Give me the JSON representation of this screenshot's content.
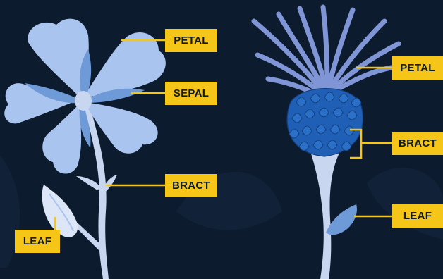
{
  "left_flower": {
    "labels": {
      "petal": "PETAL",
      "sepal": "SEPAL",
      "bract": "BRACT",
      "leaf": "LEAF"
    }
  },
  "right_flower": {
    "labels": {
      "petal": "PETAL",
      "bract": "BRACT",
      "leaf": "LEAF"
    }
  },
  "colors": {
    "background": "#0d1b2e",
    "label_fill": "#f5c518",
    "label_text": "#0d1b2e",
    "leader_line": "#f5c518",
    "petal_light": "#a9c4ee",
    "sepal_mid": "#6f9ad8",
    "stem_pale": "#c9d6f0",
    "bract_dark": "#1f5fb5",
    "thistle_petal": "#7f95d6"
  }
}
